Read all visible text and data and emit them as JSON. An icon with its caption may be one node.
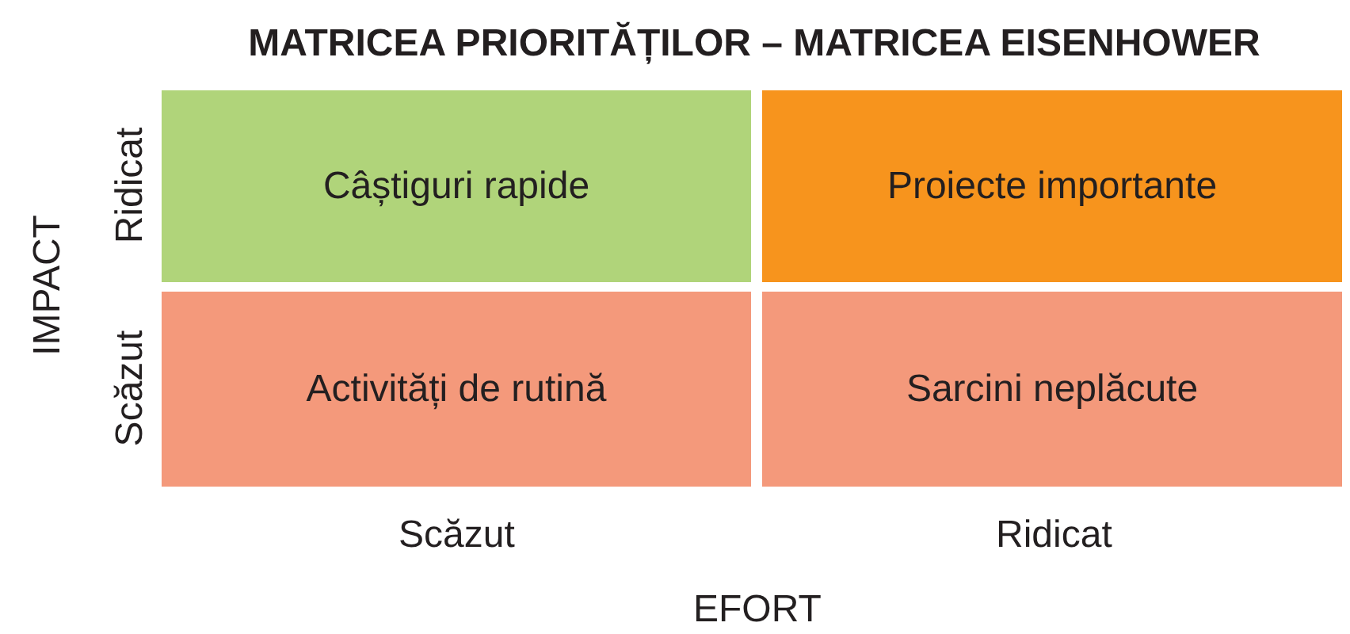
{
  "diagram": {
    "title": "MATRICEA PRIORITĂȚILOR – MATRICEA EISENHOWER",
    "nodes": [
      {
        "text": [
          "Câștiguri rapide"
        ]
      },
      {
        "text": [
          "Proiecte importante"
        ]
      },
      {
        "text": [
          "Activități de rutină"
        ]
      },
      {
        "text": [
          "Sarcini neplăcute"
        ]
      }
    ],
    "labels": [
      "IMPACT",
      "Ridicat",
      "Scăzut",
      "Scăzut",
      "Ridicat",
      "EFORT"
    ]
  }
}
